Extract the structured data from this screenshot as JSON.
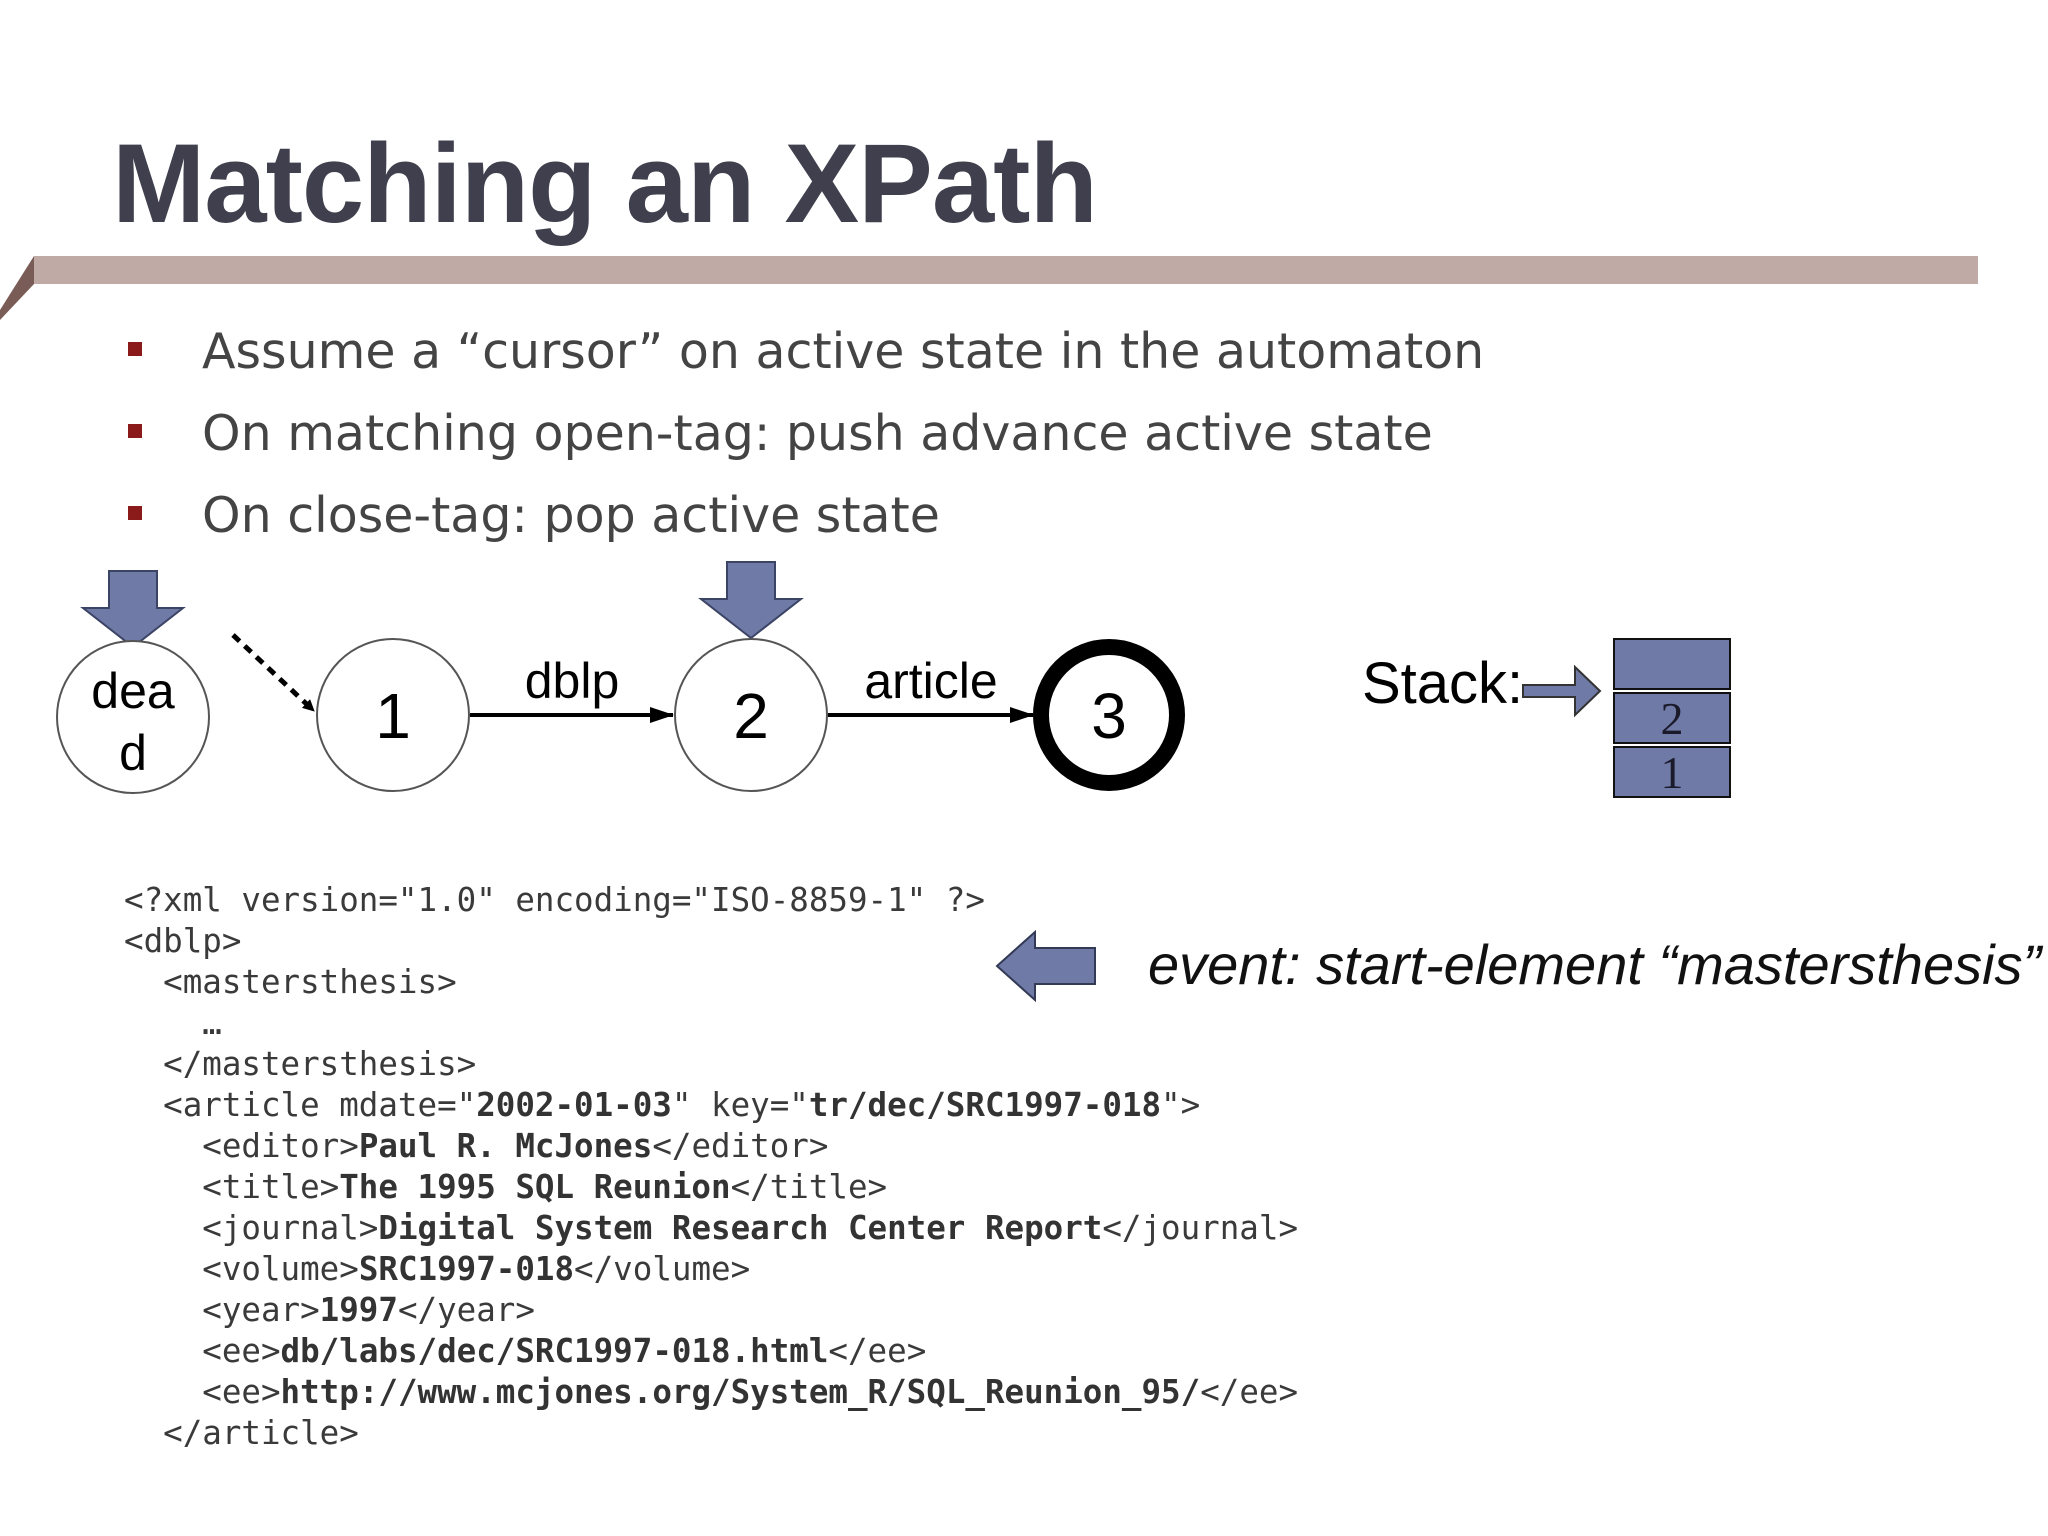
{
  "slide": {
    "title": "Matching an XPath",
    "bullets": [
      "Assume a “cursor” on active state in the automaton",
      "On matching open-tag:  push advance active state",
      "On close-tag:  pop active state"
    ]
  },
  "automaton": {
    "dead_state_line1": "dea",
    "dead_state_line2": "d",
    "state1": "1",
    "state2": "2",
    "state3": "3",
    "edge_1_2": "dblp",
    "edge_2_3": "article",
    "stack_label": "Stack:",
    "stack_items": [
      "",
      "2",
      "1"
    ]
  },
  "colors": {
    "accent_fill": "#6f7aa6",
    "title_text": "#3f3f4d",
    "rule_color": "#bfaaa5",
    "bullet_marker": "#8b1a1a"
  },
  "event": {
    "text": "event:  start-element “mastersthesis”"
  },
  "xml": {
    "lines": [
      [
        {
          "t": "<?xml version=\"1.0\" encoding=\"ISO-8859-1\" ?>",
          "b": false
        }
      ],
      [
        {
          "t": "<dblp>",
          "b": false
        }
      ],
      [
        {
          "t": "  <mastersthesis>",
          "b": false
        }
      ],
      [
        {
          "t": "    …",
          "b": false
        }
      ],
      [
        {
          "t": "  </mastersthesis>",
          "b": false
        }
      ],
      [
        {
          "t": "  <article mdate=\"",
          "b": false
        },
        {
          "t": "2002-01-03",
          "b": true
        },
        {
          "t": "\" key=\"",
          "b": false
        },
        {
          "t": "tr/dec/SRC1997-018",
          "b": true
        },
        {
          "t": "\">",
          "b": false
        }
      ],
      [
        {
          "t": "    <editor>",
          "b": false
        },
        {
          "t": "Paul R. McJones",
          "b": true
        },
        {
          "t": "</editor>",
          "b": false
        }
      ],
      [
        {
          "t": "    <title>",
          "b": false
        },
        {
          "t": "The 1995 SQL Reunion",
          "b": true
        },
        {
          "t": "</title>",
          "b": false
        }
      ],
      [
        {
          "t": "    <journal>",
          "b": false
        },
        {
          "t": "Digital System Research Center Report",
          "b": true
        },
        {
          "t": "</journal>",
          "b": false
        }
      ],
      [
        {
          "t": "    <volume>",
          "b": false
        },
        {
          "t": "SRC1997-018",
          "b": true
        },
        {
          "t": "</volume>",
          "b": false
        }
      ],
      [
        {
          "t": "    <year>",
          "b": false
        },
        {
          "t": "1997",
          "b": true
        },
        {
          "t": "</year>",
          "b": false
        }
      ],
      [
        {
          "t": "    <ee>",
          "b": false
        },
        {
          "t": "db/labs/dec/SRC1997-018.html",
          "b": true
        },
        {
          "t": "</ee>",
          "b": false
        }
      ],
      [
        {
          "t": "    <ee>",
          "b": false
        },
        {
          "t": "http://www.mcjones.org/System_R/SQL_Reunion_95/",
          "b": true
        },
        {
          "t": "</ee>",
          "b": false
        }
      ],
      [
        {
          "t": "  </article>",
          "b": false
        }
      ]
    ]
  }
}
